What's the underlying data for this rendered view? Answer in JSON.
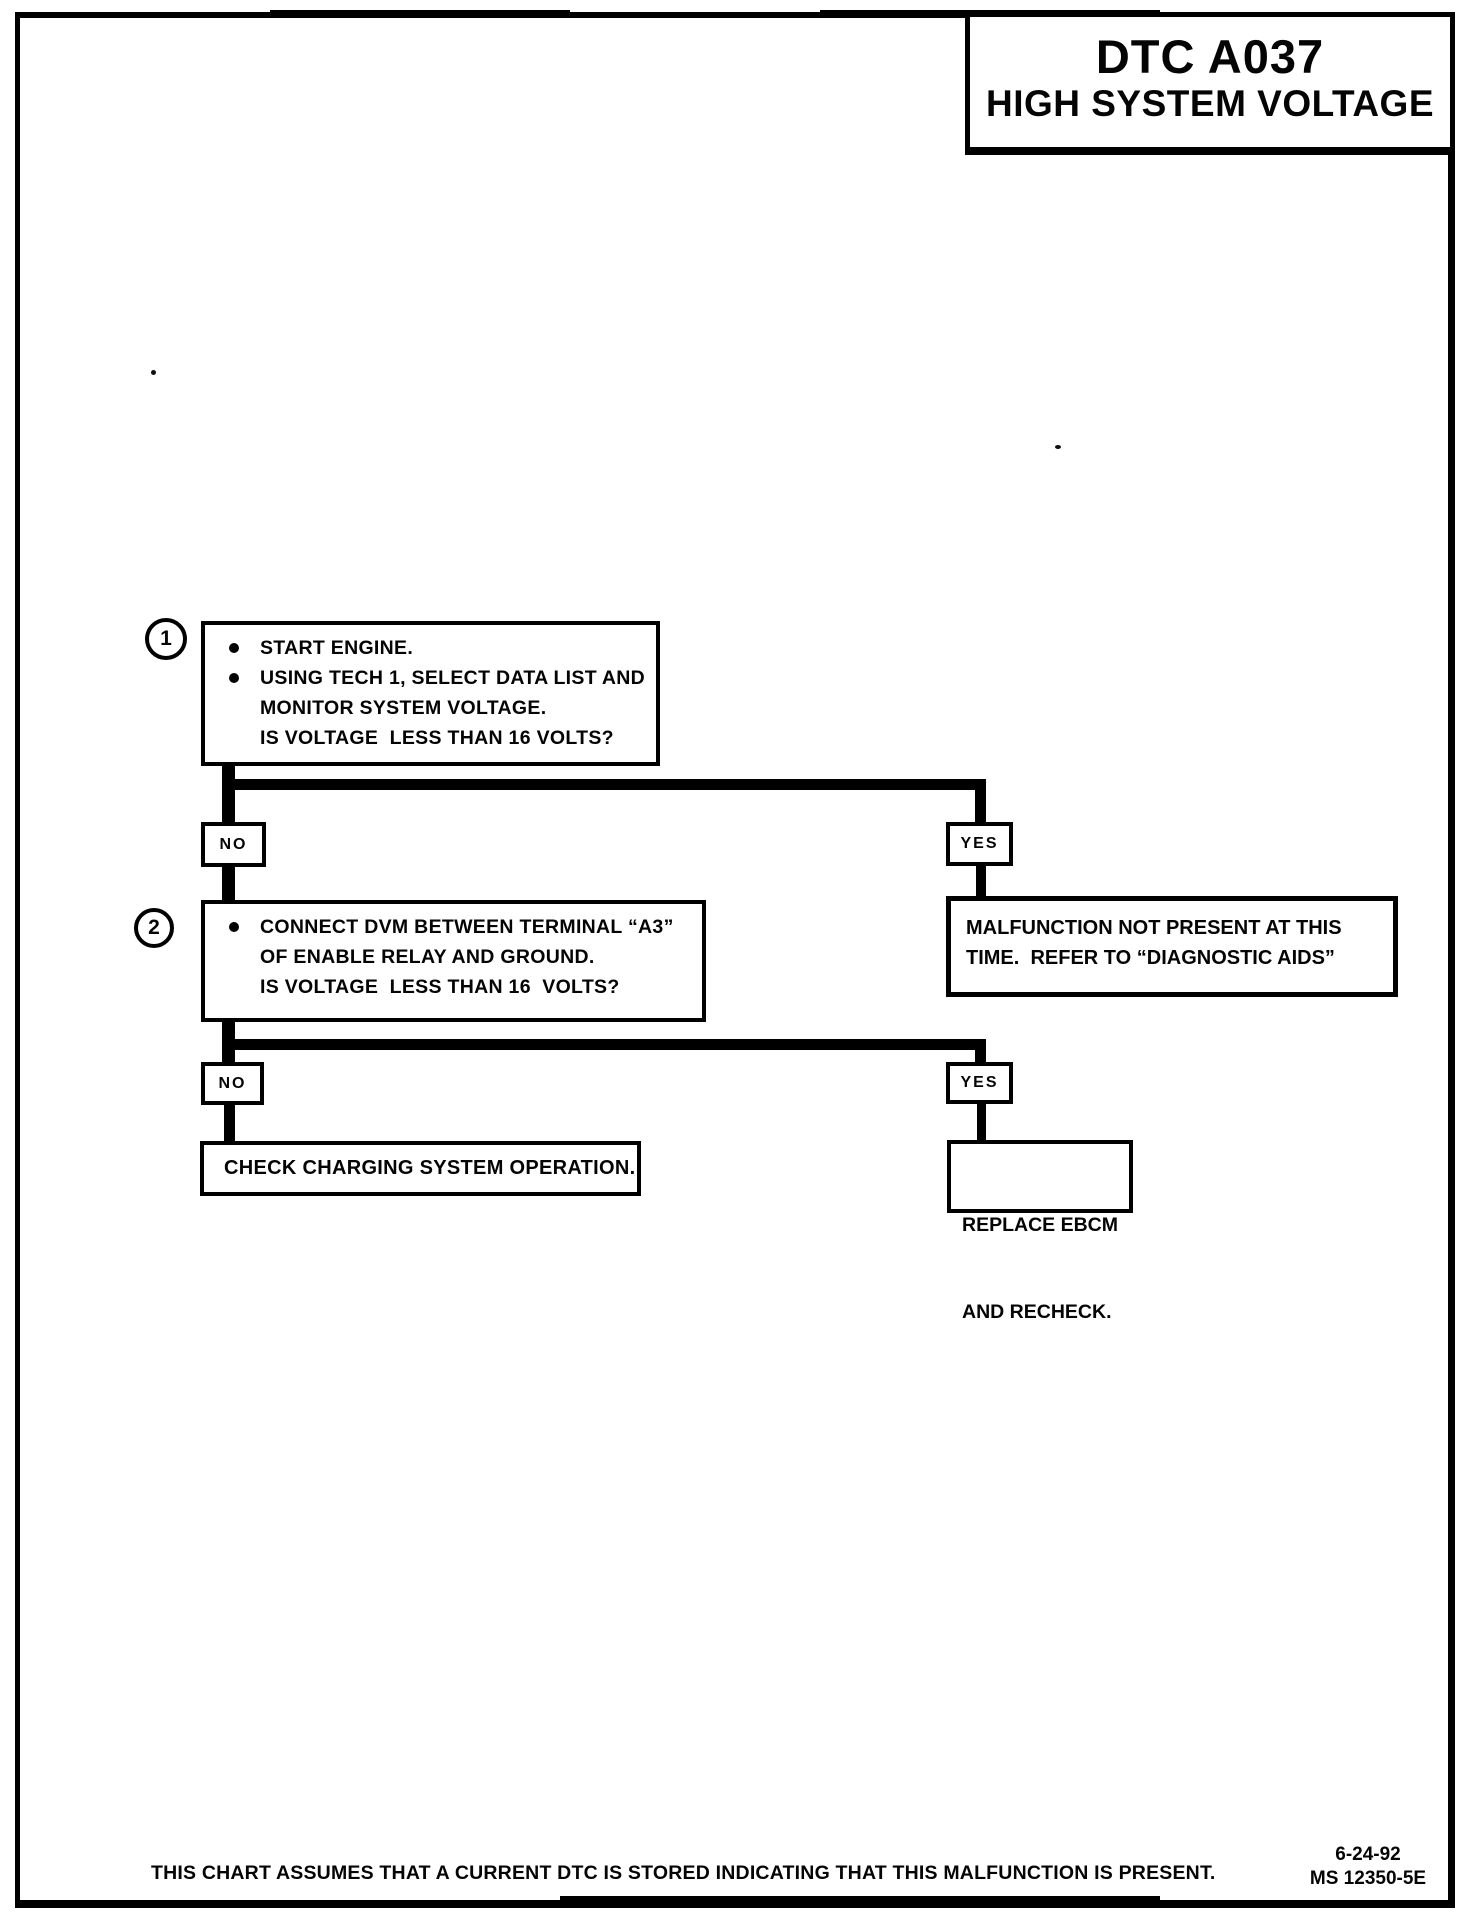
{
  "header": {
    "dtc_code": "DTC A037",
    "dtc_name": "HIGH SYSTEM VOLTAGE"
  },
  "flowchart": {
    "branch_labels": {
      "no": "NO",
      "yes": "YES"
    },
    "steps": [
      {
        "number": "1",
        "lines": [
          {
            "bullet": true,
            "text": "START ENGINE."
          },
          {
            "bullet": true,
            "text": "USING TECH 1, SELECT DATA LIST AND"
          },
          {
            "bullet": false,
            "text": "MONITOR SYSTEM VOLTAGE."
          },
          {
            "bullet": false,
            "text": "IS VOLTAGE  LESS THAN 16 VOLTS?"
          }
        ]
      },
      {
        "number": "2",
        "lines": [
          {
            "bullet": true,
            "text": "CONNECT DVM BETWEEN TERMINAL “A3”"
          },
          {
            "bullet": false,
            "text": "OF ENABLE RELAY AND GROUND."
          },
          {
            "bullet": false,
            "text": "IS VOLTAGE  LESS THAN 16  VOLTS?"
          }
        ]
      }
    ],
    "outcomes": {
      "malfunction_line1": "MALFUNCTION NOT PRESENT AT THIS",
      "malfunction_line2": "TIME.  REFER TO “DIAGNOSTIC AIDS”",
      "check_charging": "CHECK CHARGING SYSTEM OPERATION.",
      "replace_line1": "REPLACE EBCM",
      "replace_line2": "AND RECHECK."
    }
  },
  "footer": {
    "note": "THIS CHART ASSUMES THAT A CURRENT DTC IS STORED INDICATING THAT THIS MALFUNCTION IS PRESENT.",
    "date": "6-24-92",
    "doc_number": "MS 12350-5E"
  },
  "colors": {
    "ink": "#000000",
    "paper": "#ffffff"
  }
}
